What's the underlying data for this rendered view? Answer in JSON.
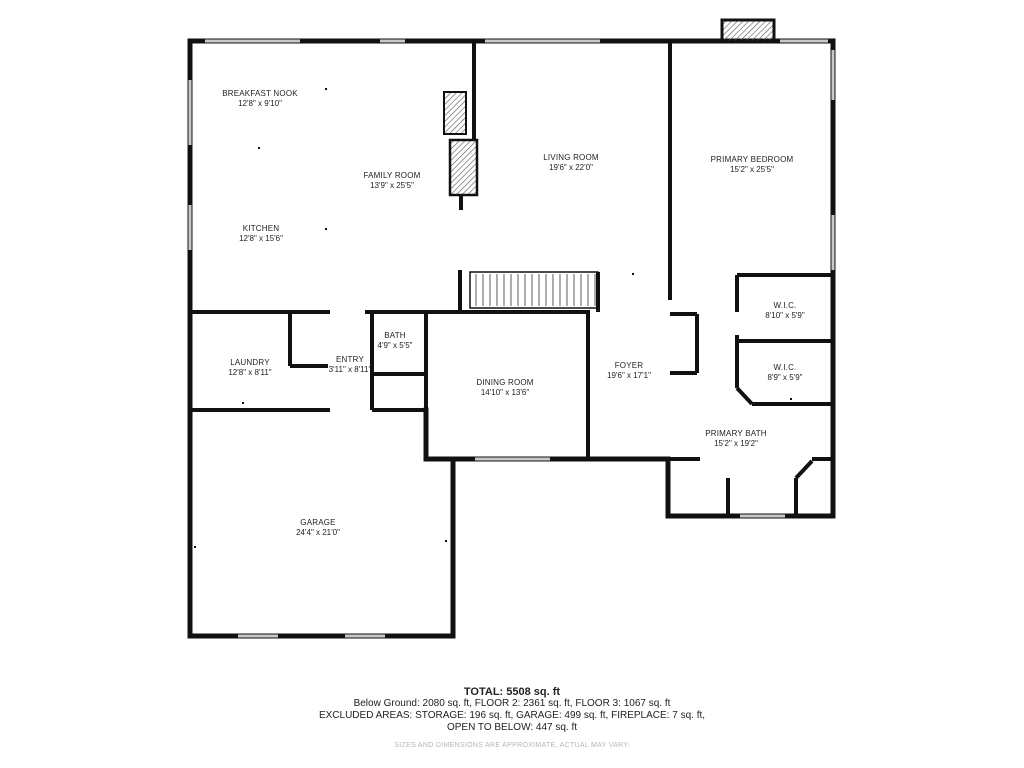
{
  "rooms": {
    "breakfast_nook": {
      "name": "BREAKFAST NOOK",
      "dims": "12'8\" x 9'10\""
    },
    "family_room": {
      "name": "FAMILY ROOM",
      "dims": "13'9\" x 25'5\""
    },
    "kitchen": {
      "name": "KITCHEN",
      "dims": "12'8\" x 15'6\""
    },
    "living_room": {
      "name": "LIVING ROOM",
      "dims": "19'6\" x 22'0\""
    },
    "primary_bedroom": {
      "name": "PRIMARY BEDROOM",
      "dims": "15'2\" x 25'5\""
    },
    "wic_1": {
      "name": "W.I.C.",
      "dims": "8'10\" x 5'9\""
    },
    "wic_2": {
      "name": "W.I.C.",
      "dims": "8'9\" x 5'9\""
    },
    "laundry": {
      "name": "LAUNDRY",
      "dims": "12'8\" x 8'11\""
    },
    "entry": {
      "name": "ENTRY",
      "dims": "3'11\" x 8'11\""
    },
    "bath": {
      "name": "BATH",
      "dims": "4'9\" x 5'5\""
    },
    "dining_room": {
      "name": "DINING ROOM",
      "dims": "14'10\" x 13'6\""
    },
    "foyer": {
      "name": "FOYER",
      "dims": "19'6\" x 17'1\""
    },
    "primary_bath": {
      "name": "PRIMARY BATH",
      "dims": "15'2\" x 19'2\""
    },
    "garage": {
      "name": "GARAGE",
      "dims": "24'4\" x 21'0\""
    }
  },
  "summary": {
    "total": "TOTAL: 5508 sq. ft",
    "line1": "Below Ground: 2080 sq. ft, FLOOR 2: 2361 sq. ft, FLOOR 3: 1067 sq. ft",
    "line2": "EXCLUDED AREAS: STORAGE: 196 sq. ft, GARAGE: 499 sq. ft, FIREPLACE: 7 sq. ft,",
    "line3": "OPEN TO BELOW: 447 sq. ft"
  },
  "disclaimer": "SIZES AND DIMENSIONS ARE APPROXIMATE, ACTUAL MAY VARY.",
  "colors": {
    "wall": "#111111",
    "window": "#c8c8c8",
    "fireplace_hatch": "#555555"
  }
}
